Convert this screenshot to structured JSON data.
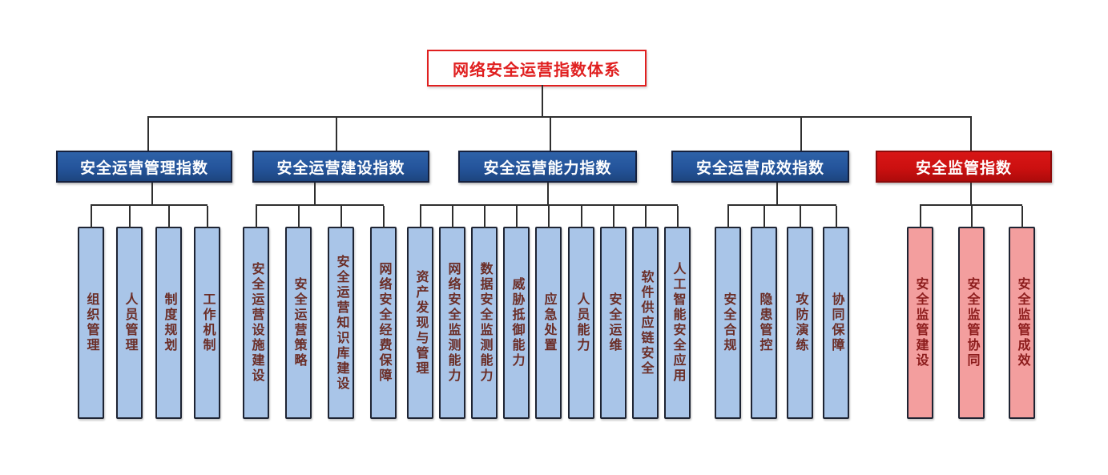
{
  "title": "网络安全运营指数体系",
  "root": {
    "label": "网络安全运营指数体系"
  },
  "groups": [
    {
      "label": "安全运营管理指数",
      "theme": "blue",
      "items": [
        "组织管理",
        "人员管理",
        "制度规划",
        "工作机制"
      ]
    },
    {
      "label": "安全运营建设指数",
      "theme": "blue",
      "items": [
        "安全运营设施建设",
        "安全运营策略",
        "安全运营知识库建设",
        "网络安全经费保障"
      ]
    },
    {
      "label": "安全运营能力指数",
      "theme": "blue",
      "items": [
        "资产发现与管理",
        "网络安全监测能力",
        "数据安全监测能力",
        "威胁抵御能力",
        "应急处置",
        "人员能力",
        "安全运维",
        "软件供应链安全",
        "人工智能安全应用"
      ]
    },
    {
      "label": "安全运营成效指数",
      "theme": "blue",
      "items": [
        "安全合规",
        "隐患管控",
        "攻防演练",
        "协同保障"
      ]
    },
    {
      "label": "安全监管指数",
      "theme": "red",
      "items": [
        "安全监管建设",
        "安全监管协同",
        "安全监管成效"
      ]
    }
  ],
  "colors": {
    "root_red": "#e02020",
    "node_blue": "#24549b",
    "node_red": "#cc1010",
    "bar_blue": "#a9c5e8",
    "bar_pink": "#f39e9e",
    "bar_text": "#6b2d26",
    "bar_text_red": "#8c1c1c",
    "line": "#2f2f2f"
  }
}
